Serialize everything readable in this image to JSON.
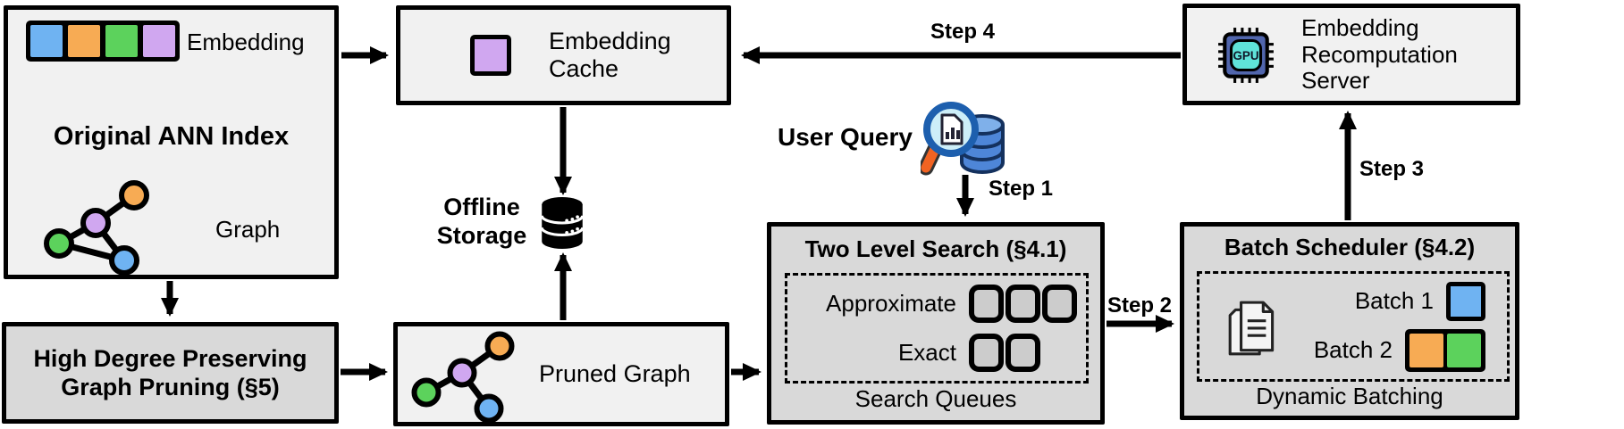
{
  "diagram": {
    "boxes": {
      "original_ann_index": {
        "title": "Original ANN Index",
        "embedding_label": "Embedding",
        "graph_label": "Graph"
      },
      "embedding_cache": {
        "label": "Embedding Cache"
      },
      "recomputation_server": {
        "label": "Embedding Recomputation Server"
      },
      "high_degree_pruning": {
        "label": "High Degree Preserving Graph Pruning (§5)"
      },
      "pruned_graph": {
        "label": "Pruned Graph"
      },
      "two_level_search": {
        "title": "Two Level Search (§4.1)",
        "rows": [
          {
            "label": "Approximate",
            "queue_slots": 3
          },
          {
            "label": "Exact",
            "queue_slots": 2
          }
        ],
        "footer": "Search Queues"
      },
      "batch_scheduler": {
        "title": "Batch Scheduler (§4.2)",
        "batches": [
          {
            "label": "Batch 1",
            "colors": [
              "blue"
            ]
          },
          {
            "label": "Batch 2",
            "colors": [
              "orange",
              "green"
            ]
          }
        ],
        "footer": "Dynamic Batching"
      }
    },
    "labels": {
      "offline_storage": "Offline Storage",
      "user_query": "User Query"
    },
    "steps": {
      "step1": "Step 1",
      "step2": "Step 2",
      "step3": "Step 3",
      "step4": "Step 4"
    },
    "icons": {
      "gpu_text": "GPU"
    },
    "colors": {
      "embedding_blue": "#6fb3f2",
      "embedding_orange": "#f7ab54",
      "embedding_green": "#5cd25c",
      "embedding_purple": "#d0a7f0",
      "light_box_bg": "#f1f1f1",
      "dark_box_bg": "#d9d9d9",
      "outline": "#000000"
    }
  }
}
